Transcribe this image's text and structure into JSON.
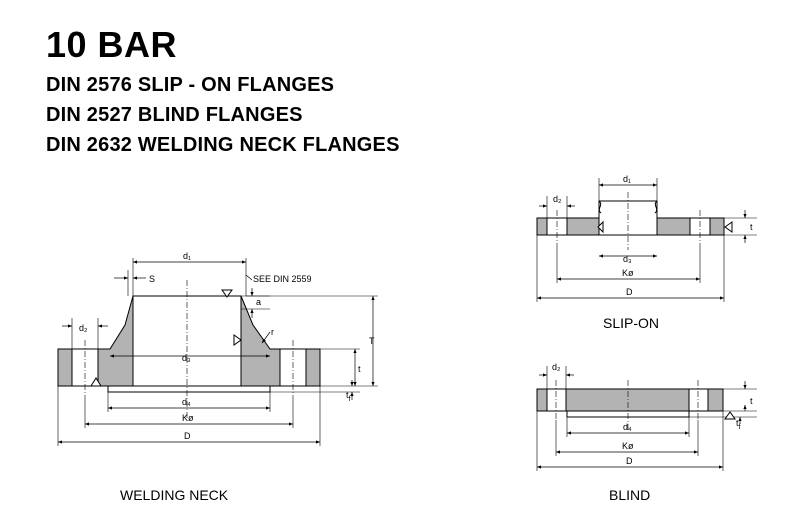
{
  "heading": {
    "title": "10 BAR",
    "lines": [
      "DIN 2576 SLIP - ON FLANGES",
      "DIN 2527 BLIND FLANGES",
      "DIN 2632 WELDING NECK FLANGES"
    ]
  },
  "welding_neck": {
    "caption": "WELDING NECK",
    "labels": {
      "d1": "d₁",
      "s": "S",
      "see_din": "SEE DIN 2559",
      "a": "a",
      "r": "r",
      "d2": "d₂",
      "d3": "d₃",
      "T": "T",
      "t": "t",
      "tf": "t",
      "tf_sub": "f",
      "d4": "d₄",
      "k": "Kø",
      "D": "D"
    }
  },
  "slip_on": {
    "caption": "SLIP-ON",
    "labels": {
      "d1": "d₁",
      "d2": "d₂",
      "t": "t",
      "d3": "d₃",
      "k": "Kø",
      "D": "D"
    }
  },
  "blind": {
    "caption": "BLIND",
    "labels": {
      "d2": "d₂",
      "t": "t",
      "tf": "t",
      "tf_sub": "f",
      "d4": "d₄",
      "k": "Kø",
      "D": "D"
    }
  },
  "colors": {
    "section_fill": "#b3b3b3",
    "line": "#000000",
    "background": "#ffffff"
  }
}
